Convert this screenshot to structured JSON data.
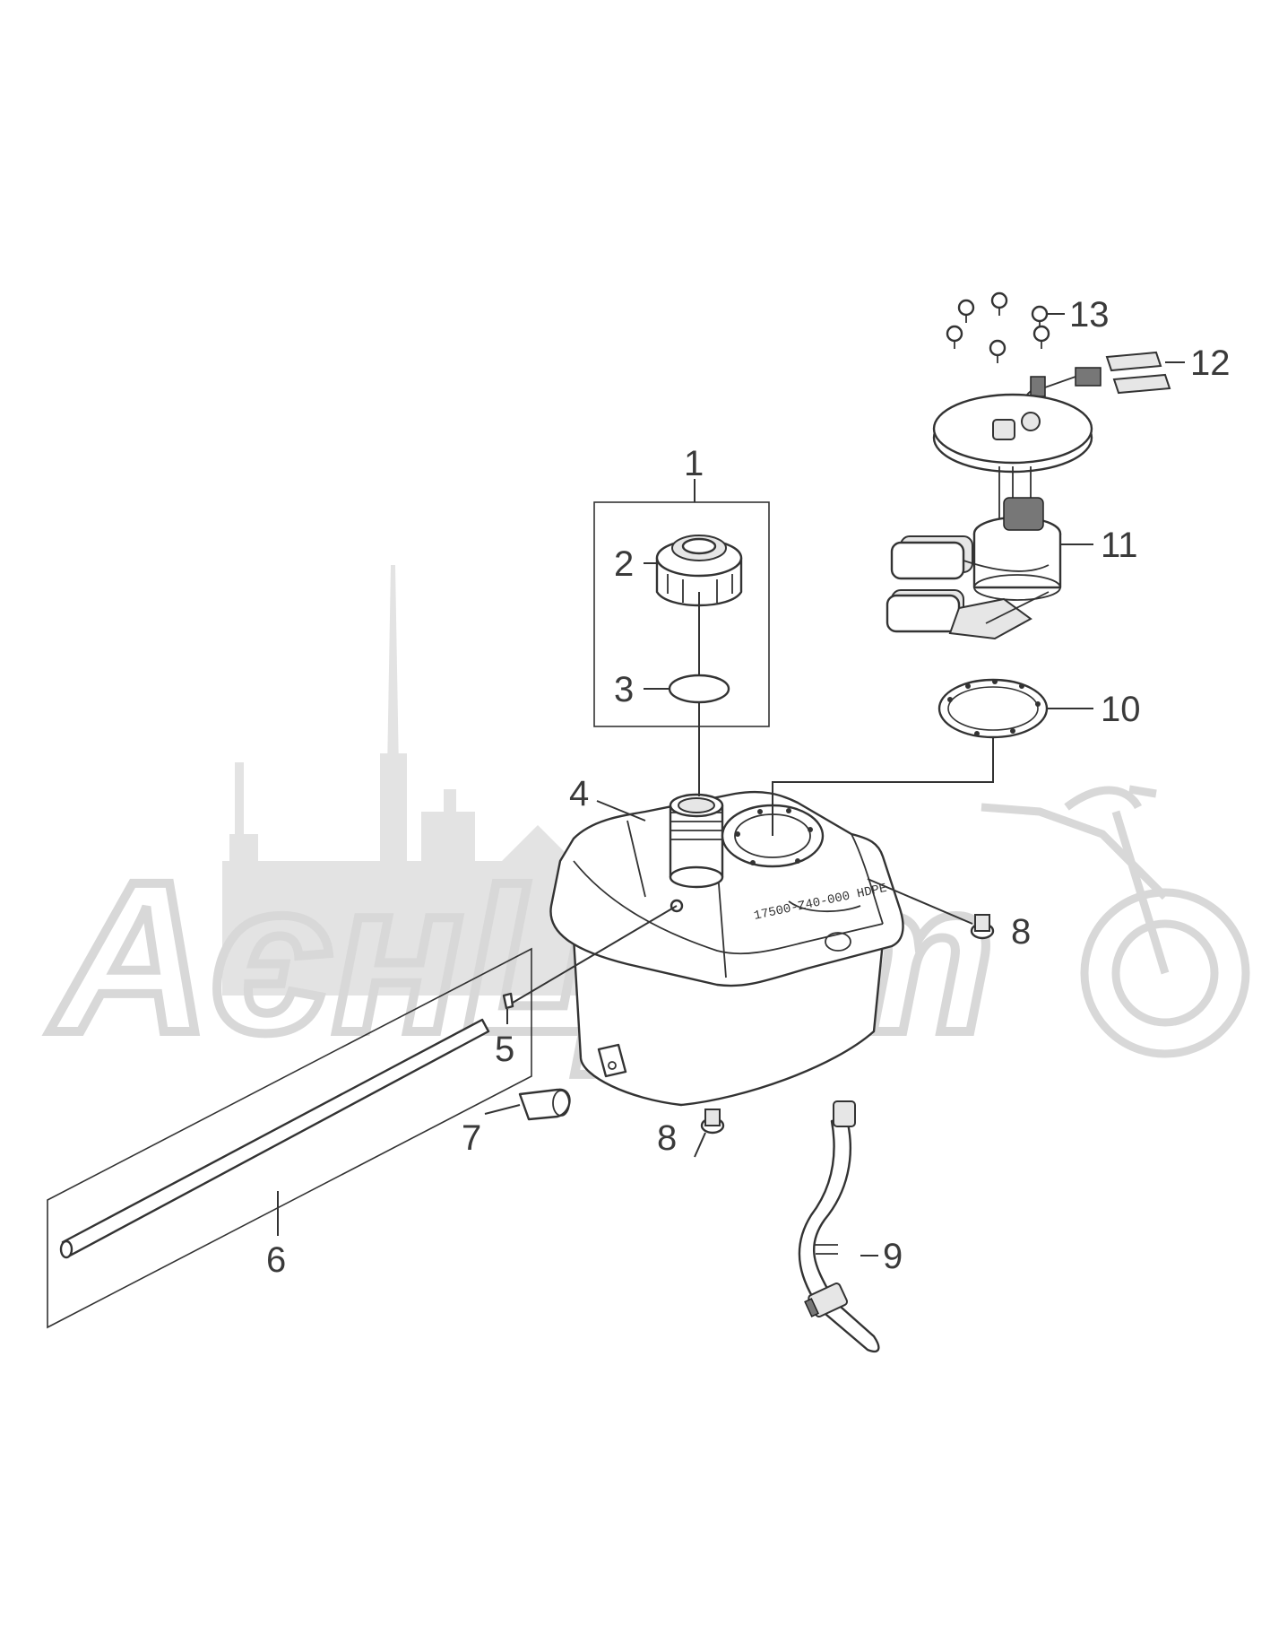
{
  "watermark": {
    "text": "АєнЦ.сm"
  },
  "callouts": [
    "1",
    "2",
    "3",
    "4",
    "5",
    "6",
    "7",
    "8",
    "8",
    "9",
    "10",
    "11",
    "12",
    "13"
  ],
  "tank_marking": "17500-Z40-000 HDPE"
}
